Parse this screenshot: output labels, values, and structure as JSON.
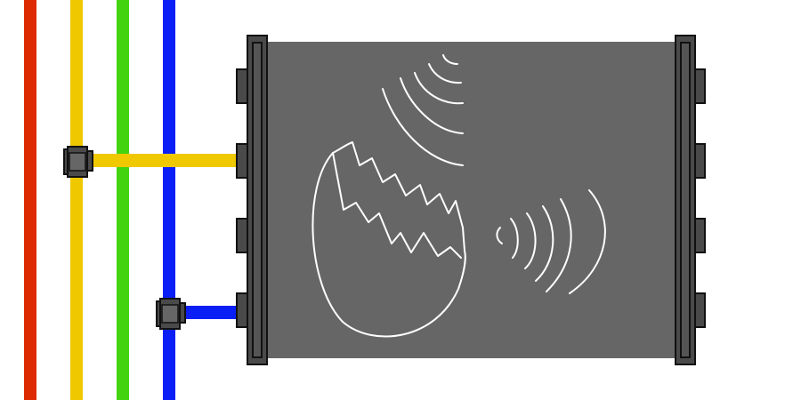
{
  "colors": {
    "background": "#ffffff",
    "wire_red": "#dd2a00",
    "wire_yellow": "#f0c800",
    "wire_green": "#44d40f",
    "wire_blue": "#0a1ff5",
    "board": "#666666",
    "frame": "#4a4a4a",
    "outline": "#111111",
    "chalk": "#ffffff"
  },
  "wires": [
    {
      "name": "red-wire",
      "color": "wire_red"
    },
    {
      "name": "yellow-wire",
      "color": "wire_yellow"
    },
    {
      "name": "green-wire",
      "color": "wire_green"
    },
    {
      "name": "blue-wire",
      "color": "wire_blue"
    }
  ],
  "connections": [
    {
      "name": "yellow-connection",
      "from": "yellow-wire",
      "color": "wire_yellow"
    },
    {
      "name": "blue-connection",
      "from": "blue-wire",
      "color": "wire_blue"
    }
  ],
  "board": {
    "drawing": [
      "cracked-egg",
      "sound-waves-top",
      "sound-waves-right"
    ]
  }
}
